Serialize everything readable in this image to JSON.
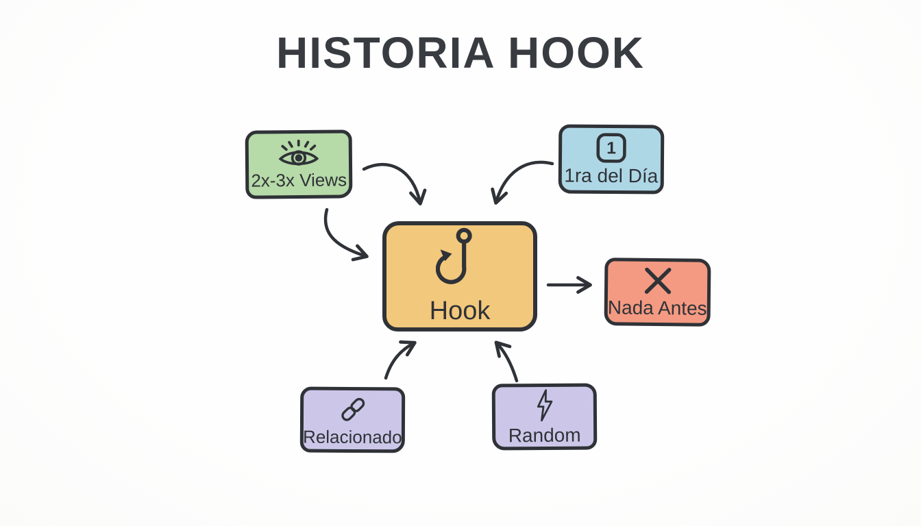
{
  "title": "HISTORIA HOOK",
  "nodes": [
    {
      "id": "views",
      "label": "2x-3x Views",
      "icon": "eye-icon"
    },
    {
      "id": "first-of-day",
      "label": "1ra del Día",
      "icon": "number-one-icon",
      "icon_glyph": "1"
    },
    {
      "id": "hook",
      "label": "Hook",
      "icon": "fishing-hook-icon"
    },
    {
      "id": "nada-antes",
      "label": "Nada Antes",
      "icon": "x-mark-icon"
    },
    {
      "id": "relacionado",
      "label": "Relacionado",
      "icon": "chain-link-icon"
    },
    {
      "id": "random",
      "label": "Random",
      "icon": "lightning-bolt-icon"
    }
  ],
  "edges": [
    {
      "from": "views",
      "to": "hook"
    },
    {
      "from": "views",
      "to": "hook"
    },
    {
      "from": "first-of-day",
      "to": "hook"
    },
    {
      "from": "relacionado",
      "to": "hook"
    },
    {
      "from": "random",
      "to": "hook"
    },
    {
      "from": "hook",
      "to": "nada-antes"
    }
  ],
  "colors": {
    "background": "#fdfdfd",
    "stroke": "#2f3237",
    "title_text": "#383c41",
    "views_fill": "#b6daa8",
    "first_of_day_fill": "#aed7e6",
    "hook_fill": "#f2c87c",
    "nada_antes_fill": "#f49a82",
    "relacionado_fill": "#ccc7e9",
    "random_fill": "#ccc7e9"
  }
}
